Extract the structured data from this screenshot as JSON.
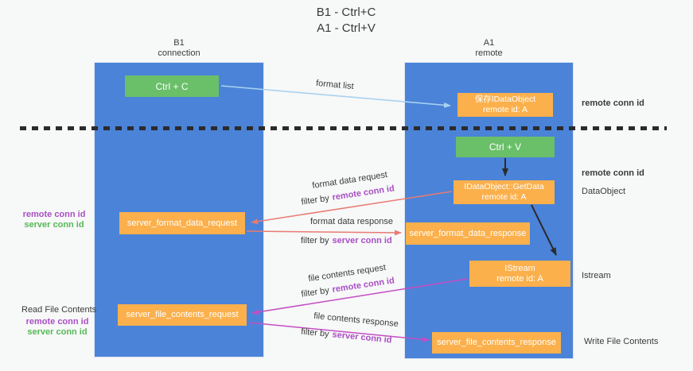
{
  "title": {
    "line1": "B1 - Ctrl+C",
    "line2": "A1 - Ctrl+V"
  },
  "lanes": {
    "b1": {
      "name": "B1",
      "subtitle": "connection"
    },
    "a1": {
      "name": "A1",
      "subtitle": "remote"
    }
  },
  "boxes": {
    "ctrl_c": {
      "label": "Ctrl + C"
    },
    "ctrl_v": {
      "label": "Ctrl + V"
    },
    "save_dataobject": {
      "line1": "保存IDataObject",
      "line2": "remote id: A"
    },
    "getdata": {
      "line1": "IDataObject::GetData",
      "line2": "remote id: A"
    },
    "istream": {
      "line1": "IStream",
      "line2": "remote id: A"
    },
    "format_request": {
      "label": "server_format_data_request"
    },
    "format_response": {
      "label": "server_format_data_response"
    },
    "file_request": {
      "label": "server_file_contents_request"
    },
    "file_response": {
      "label": "server_file_contents_response"
    }
  },
  "flow_labels": {
    "format_list": "format list",
    "format_data_request": "format data request",
    "format_data_response": "format data response",
    "file_contents_request": "file contents request",
    "file_contents_response": "file contents response",
    "filter_by": "filter by",
    "remote_conn_id": "remote conn id",
    "server_conn_id": "server conn id"
  },
  "side_labels": {
    "remote_conn_id": "remote conn id",
    "server_conn_id": "server conn id",
    "data_object": "DataObject",
    "istream": "Istream",
    "read_file_contents": "Read File Contents",
    "write_file_contents": "Write File Contents"
  },
  "colors": {
    "lane_blue": "#4b83d8",
    "box_green": "#6abf69",
    "box_orange": "#fbb04c",
    "arrow_light_blue": "#a9d2f0",
    "arrow_red": "#e97b72",
    "arrow_magenta": "#c44ec4",
    "arrow_black": "#2b2b2b",
    "text_purple": "#a94fc5",
    "text_green": "#56b956"
  }
}
